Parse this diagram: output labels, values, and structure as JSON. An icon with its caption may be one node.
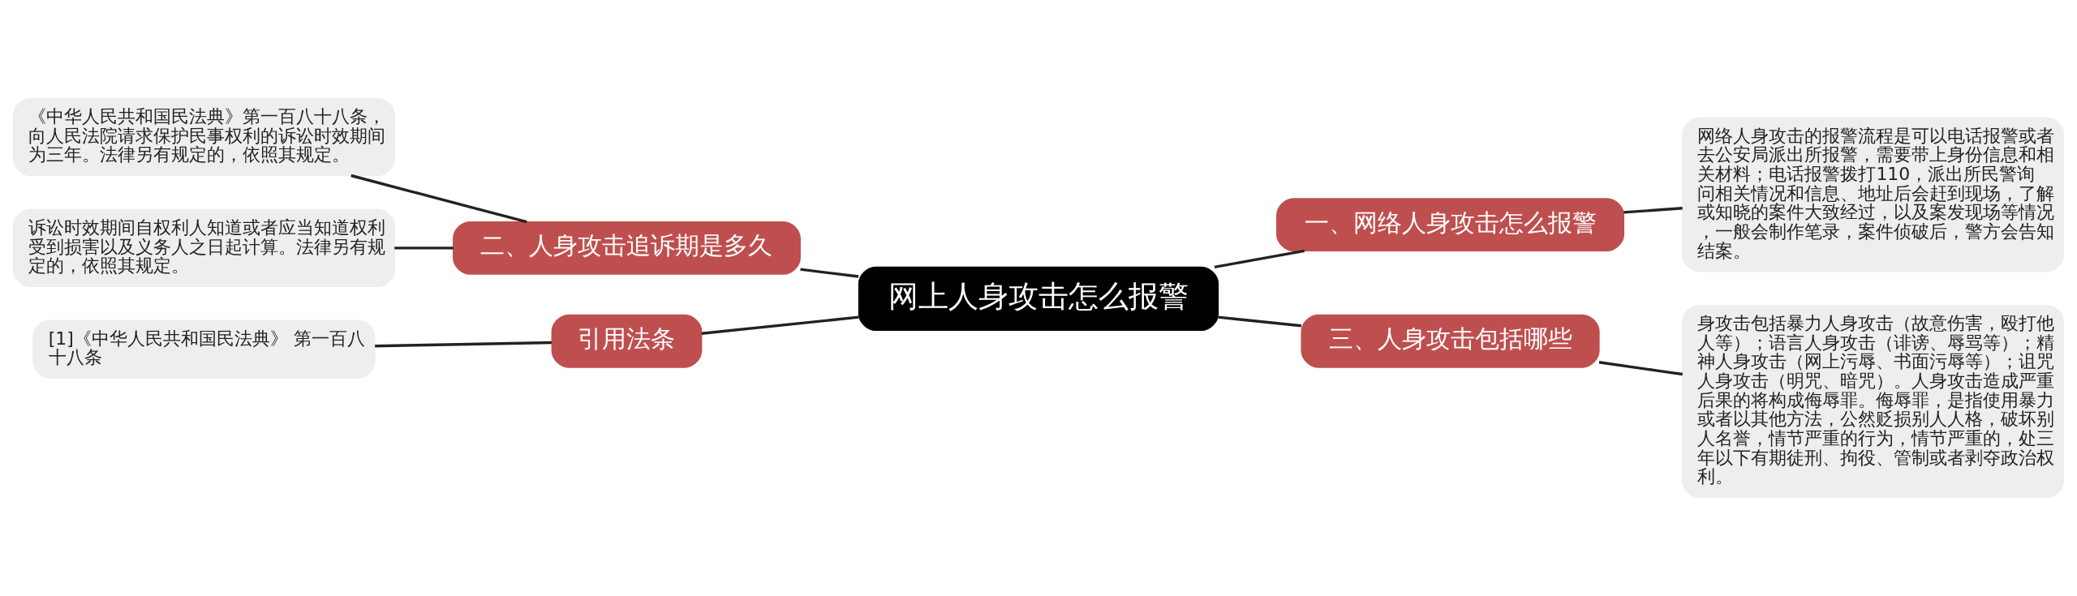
{
  "diagram": {
    "nodes": [
      {
        "text": [
          "网上人身攻击怎么报警"
        ]
      },
      {
        "text": [
          "二、人身攻击追诉期是多久"
        ]
      },
      {
        "text": [
          "《中华人民共和国民法典》第一百八十八条，向人民法院请求保护民事权利的诉讼时效期间为三年。法律另有规定的，依照其规定。"
        ]
      },
      {
        "text": [
          "诉讼时效期间自权利人知道或者应当知道权利受到损害以及义务人之日起计算。法律另有规定的，依照其规定。"
        ]
      },
      {
        "text": [
          "引用法条"
        ]
      },
      {
        "text": [
          "[1]《中华人民共和国民法典》 第一百八十八条"
        ]
      },
      {
        "text": [
          "一、网络人身攻击怎么报警"
        ]
      },
      {
        "text": [
          "网络人身攻击的报警流程是可以电话报警或者去公安局派出所报警，需要带上身份信息和相关材料；电话报警拨打110，派出所民警询问相关情况和信息、地址后会赶到现场，了解或知晓的案件大致经过，以及案发现场等情况，一般会制作笔录，案件侦破后，警方会告知结案。"
        ]
      },
      {
        "text": [
          "三、人身攻击包括哪些"
        ]
      },
      {
        "text": [
          "身攻击包括暴力人身攻击（故意伤害，殴打他人等）；语言人身攻击（诽谤、辱骂等）；精神人身攻击（网上污辱、书面污辱等）；诅咒人身攻击（明咒、暗咒）。人身攻击造成严重后果的将构成侮辱罪。侮辱罪，是指使用暴力或者以其他方法，公然贬损别人人格，破坏别人名誉，情节严重的行为，情节严重的，处三年以下有期徒刑、拘役、管制或者剥夺政治权利。"
        ]
      }
    ],
    "edges": [
      {
        "from": 0,
        "to": 6,
        "arrow": "none"
      },
      {
        "from": 6,
        "to": 7,
        "arrow": "none"
      },
      {
        "from": 0,
        "to": 8,
        "arrow": "none"
      },
      {
        "from": 8,
        "to": 9,
        "arrow": "none"
      },
      {
        "from": 0,
        "to": 1,
        "arrow": "none"
      },
      {
        "from": 1,
        "to": 2,
        "arrow": "none"
      },
      {
        "from": 1,
        "to": 3,
        "arrow": "none"
      },
      {
        "from": 0,
        "to": 4,
        "arrow": "none"
      },
      {
        "from": 4,
        "to": 5,
        "arrow": "none"
      }
    ]
  }
}
